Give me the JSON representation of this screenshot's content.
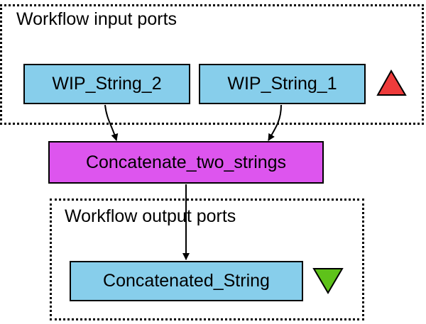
{
  "clusters": {
    "input": {
      "label": "Workflow input ports"
    },
    "output": {
      "label": "Workflow output ports"
    }
  },
  "nodes": {
    "wip_string_2": {
      "label": "WIP_String_2",
      "fill": "#87ceeb"
    },
    "wip_string_1": {
      "label": "WIP_String_1",
      "fill": "#87ceeb"
    },
    "concatenate": {
      "label": "Concatenate_two_strings",
      "fill": "#dd55ee"
    },
    "concatenated_string": {
      "label": "Concatenated_String",
      "fill": "#87ceeb"
    }
  },
  "markers": {
    "input_triangle": {
      "color": "#ee3b3b",
      "icon": "triangle-up-icon"
    },
    "output_triangle": {
      "color": "#5ec21a",
      "icon": "triangle-down-icon"
    }
  },
  "edges": [
    {
      "from": "WIP_String_2",
      "to": "Concatenate_two_strings"
    },
    {
      "from": "WIP_String_1",
      "to": "Concatenate_two_strings"
    },
    {
      "from": "Concatenate_two_strings",
      "to": "Concatenated_String"
    }
  ]
}
